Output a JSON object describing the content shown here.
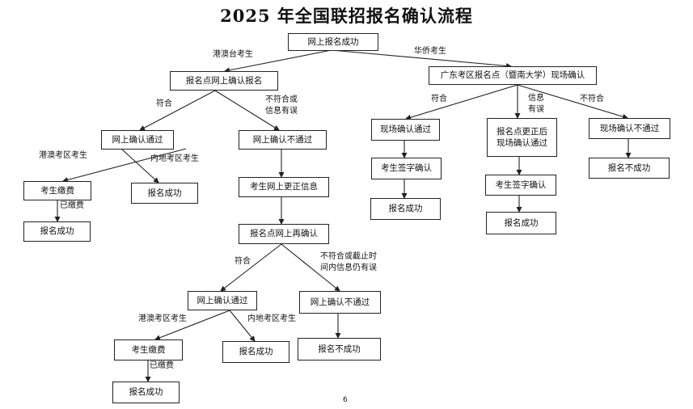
{
  "title": "2025 年全国联招报名确认流程",
  "page_number": "6",
  "nodes": {
    "online_success": "网上报名成功",
    "site_online_confirm": "报名点网上确认报名",
    "gd_onsite_confirm": "广东考区报名点（暨南大学）现场确认",
    "online_pass_1": "网上确认通过",
    "online_fail_1": "网上确认不通过",
    "fee_1": "考生缴费",
    "success_fee_1": "报名成功",
    "success_mainland_1": "报名成功",
    "correct_info": "考生网上更正信息",
    "reconfirm": "报名点网上再确认",
    "online_pass_2": "网上确认通过",
    "online_fail_2": "网上确认不通过",
    "fee_2": "考生缴费",
    "success_mainland_2": "报名成功",
    "success_fee_2": "报名成功",
    "final_fail_1": "报名不成功",
    "onsite_pass": "现场确认通过",
    "sign_1": "考生签字确认",
    "success_onsite": "报名成功",
    "correct_then_line1": "报名点更正后",
    "correct_then_line2": "现场确认通过",
    "sign_2": "考生签字确认",
    "success_corrected": "报名成功",
    "onsite_fail": "现场确认不通过",
    "final_fail_2": "报名不成功"
  },
  "labels": {
    "hk_macao_tw": "港澳台考生",
    "overseas_chinese": "华侨考生",
    "eligible_1": "符合",
    "ineligible_line1": "不符合或",
    "ineligible_line2": "信息有误",
    "hk_macao_1": "港澳考区考生",
    "mainland_1": "内地考区考生",
    "paid_1": "已缴费",
    "eligible_2": "符合",
    "deadline_line1": "不符合或截止时",
    "deadline_line2": "间内信息仍有误",
    "hk_macao_2": "港澳考区考生",
    "mainland_2": "内地考区考生",
    "paid_2": "已缴费",
    "eligible_3": "符合",
    "info_line1": "信息",
    "info_line2": "有误",
    "ineligible_3": "不符合"
  }
}
